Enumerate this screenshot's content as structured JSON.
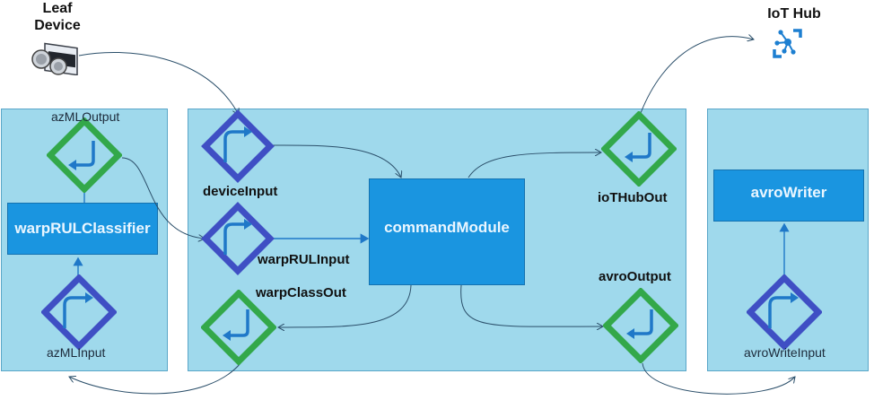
{
  "external": {
    "leaf_device": {
      "title_line1": "Leaf",
      "title_line2": "Device",
      "icon": "ultrasonic-sensor-icon"
    },
    "iot_hub": {
      "title": "IoT Hub",
      "icon": "iot-hub-icon"
    }
  },
  "panels": {
    "classifier": {
      "module_label": "warpRULClassifier",
      "output_port": "azMLOutput",
      "input_port": "azMLInput"
    },
    "command": {
      "module_label": "commandModule",
      "ports": {
        "device_input": "deviceInput",
        "warp_rul_input": "warpRULInput",
        "warp_class_out": "warpClassOut",
        "iothub_out": "ioTHubOut",
        "avro_output": "avroOutput"
      }
    },
    "avro": {
      "module_label": "avroWriter",
      "input_port": "avroWriteInput"
    }
  },
  "colors": {
    "panel_fill": "#9fd9ec",
    "module_fill": "#1a95e0",
    "input_port": "#3f4fc4",
    "output_port": "#33a84a",
    "arrow": "#1f78c8",
    "connector": "#2b4f6a"
  }
}
